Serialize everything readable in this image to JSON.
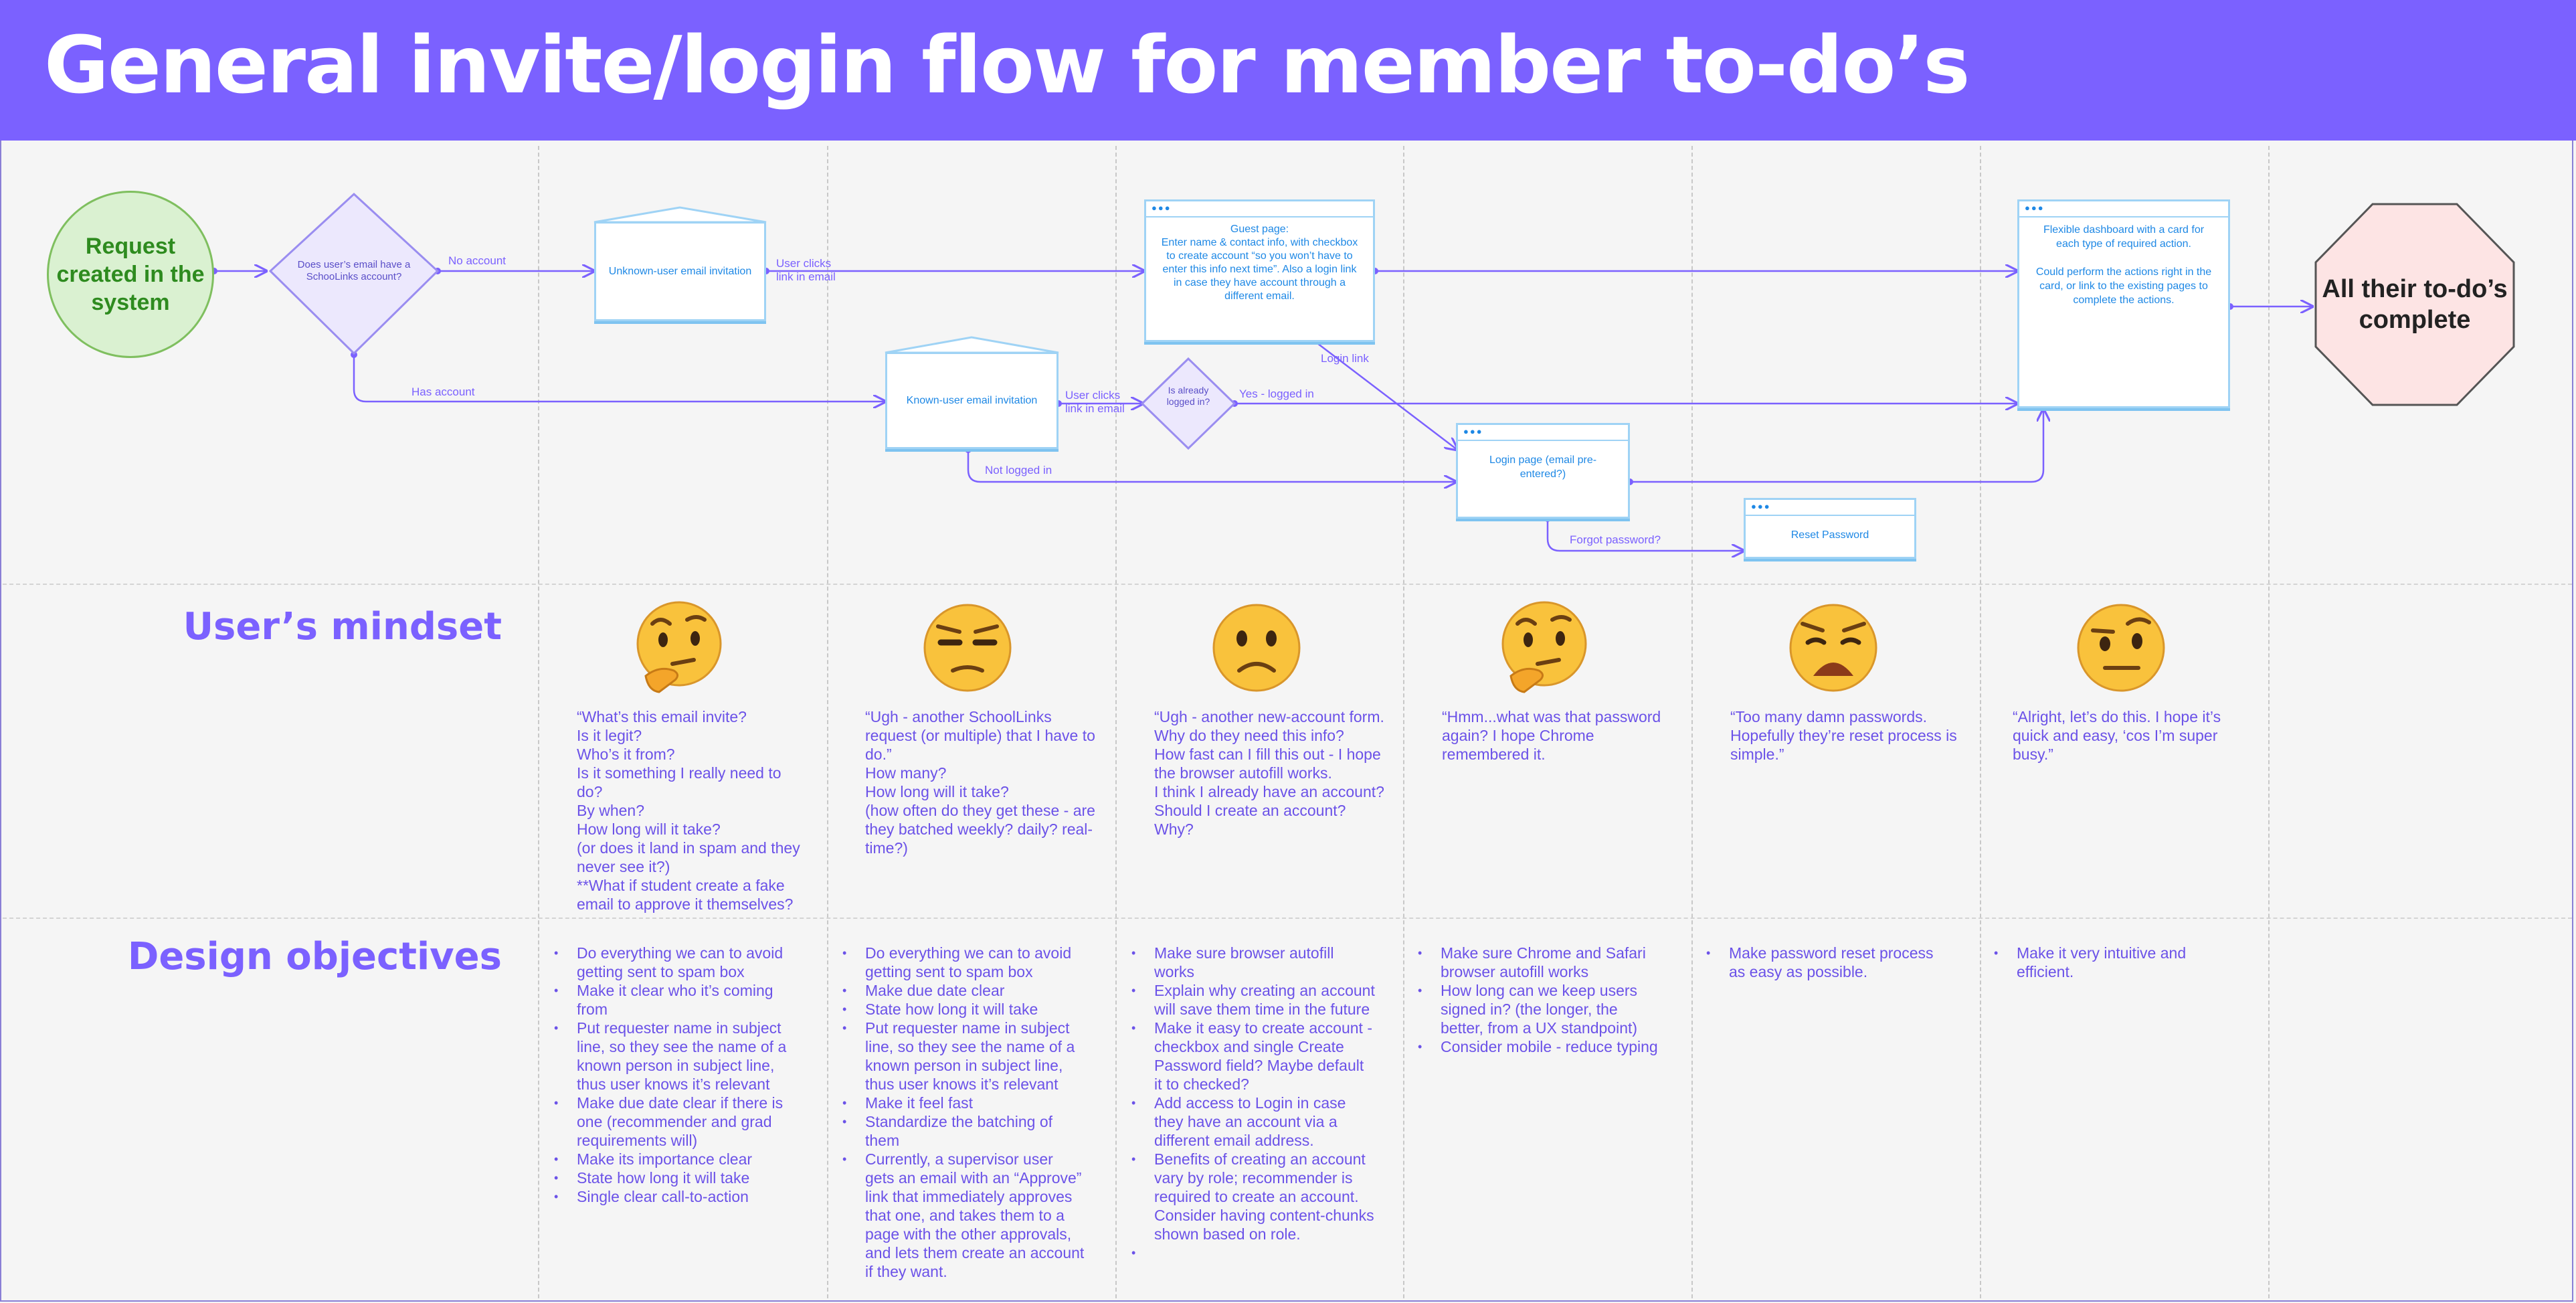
{
  "title": "General invite/login flow for member to-do’s",
  "flow": {
    "start": "Request created in the system",
    "decision_email": "Does user’s email have a SchooLinks account?",
    "no_account": "No account",
    "has_account": "Has account",
    "unknown_invite": "Unknown-user email invitation",
    "known_invite": "Known-user email invitation",
    "user_clicks_1": "User clicks link in email",
    "user_clicks_2": "User clicks link in email",
    "guest_page": "Guest page:\nEnter name & contact info, with checkbox to create account “so you won’t have to enter this info next time”. Also a login link in case they have account through a different email.",
    "login_link": "Login link",
    "decision_logged_in": "Is already logged in?",
    "yes_logged_in": "Yes - logged in",
    "not_logged_in": "Not logged in",
    "login_page": "Login page (email pre-entered?)",
    "forgot_password": "Forgot password?",
    "reset_password": "Reset Password",
    "dashboard": "Flexible dashboard with a card for each type of required action.\n\nCould perform the actions right in the card, or link to the existing pages to complete the actions.",
    "end": "All their to-do’s complete"
  },
  "rows": {
    "mindset_label": "User’s mindset",
    "objectives_label": "Design objectives"
  },
  "icons": {
    "thinking": "thinking-face-icon",
    "unamused": "unamused-face-icon",
    "frowning": "slightly-frowning-face-icon",
    "weary": "weary-face-icon",
    "raised_eyebrow": "face-with-raised-eyebrow-icon"
  },
  "colors": {
    "header": "#7b61ff",
    "text_purple": "#7b61ff",
    "box_text": "#1e88e5",
    "start_fill": "#daf1d1",
    "end_fill": "#fde4e4"
  },
  "columns": [
    {
      "mindset": [
        "“What’s this email invite?",
        "Is it legit?",
        "Who’s it from?",
        "Is it something I really need to do?",
        "By when?",
        "How long will it take?",
        "(or does it land in spam and they never see it?)",
        "**What if student create a fake email to approve it themselves?"
      ],
      "objectives": [
        "Do everything we can to avoid getting sent to spam box",
        "Make it clear who it’s coming from",
        "Put requester name in subject line, so they see the name of a known person in subject line, thus user knows it’s relevant",
        "Make due date clear if there is one (recommender and grad requirements will)",
        "Make its importance clear",
        "State how long it will take",
        "Single clear call-to-action"
      ]
    },
    {
      "mindset": [
        "“Ugh - another SchoolLinks request (or multiple) that I have to do.”",
        "How many?",
        "How long will it take?",
        "(how often do they get these - are they batched weekly? daily? real-time?)"
      ],
      "objectives": [
        "Do everything we can to avoid getting sent to spam box",
        "Make due date clear",
        "State how long it will take",
        "Put requester name in subject line, so they see the name of a known person in subject line, thus user knows it’s relevant",
        "Make it feel fast",
        "Standardize the batching of them",
        "Currently, a supervisor user gets an email with an “Approve” link that immediately approves that one, and takes them to a page with the other approvals, and lets them create an account if they want."
      ]
    },
    {
      "mindset": [
        "“Ugh - another new-account form.",
        "Why do they need this info?",
        "How fast can I fill this out - I hope the browser autofill works.",
        "I think I already have an account?",
        "Should I create an account?",
        "Why?"
      ],
      "objectives": [
        "Make sure browser autofill works",
        "Explain why creating an account will save them time in the future",
        "Make it easy to create account - checkbox and single Create Password field? Maybe default it to checked?",
        "Add access to Login in case they have an account via a different email address.",
        "Benefits of creating an account vary by role; recommender is required to create an account. Consider having content-chunks shown based on role.",
        ""
      ]
    },
    {
      "mindset": [
        "“Hmm...what was that password again? I hope Chrome remembered it."
      ],
      "objectives": [
        "Make sure Chrome and Safari browser autofill works",
        "How long can we keep users signed in? (the longer, the better, from a UX standpoint)",
        "Consider mobile - reduce typing"
      ]
    },
    {
      "mindset": [
        "“Too many damn passwords. Hopefully they’re reset process is simple.”"
      ],
      "objectives": [
        "Make password reset process as easy as possible."
      ]
    },
    {
      "mindset": [
        "“Alright, let’s do this. I hope it’s quick and easy, ‘cos I’m super busy.”"
      ],
      "objectives": [
        "Make it very intuitive and efficient."
      ]
    }
  ]
}
